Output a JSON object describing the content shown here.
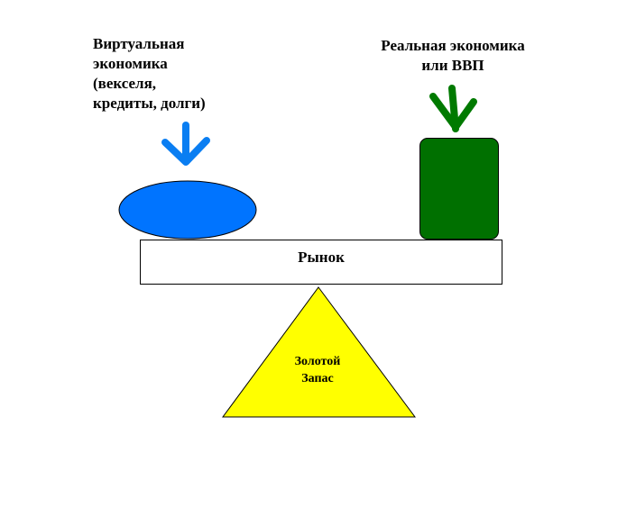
{
  "labels": {
    "virtual_line1": "Виртуальная",
    "virtual_line2": "экономика",
    "virtual_line3": "(векселя,",
    "virtual_line4": "кредиты, долги)",
    "real_line1": "Реальная экономика",
    "real_line2": "или ВВП",
    "beam": "Рынок",
    "fulcrum_line1": "Золотой",
    "fulcrum_line2": "Запас"
  },
  "colors": {
    "virtual": "#0074ff",
    "real": "#007000",
    "arrow_virtual": "#0a7ef2",
    "arrow_real": "#007a00",
    "fulcrum": "#ffff00",
    "outline": "#000000"
  },
  "icons": {
    "virtual_arrow": "down-arrow-icon",
    "real_arrow": "down-arrow-icon"
  }
}
